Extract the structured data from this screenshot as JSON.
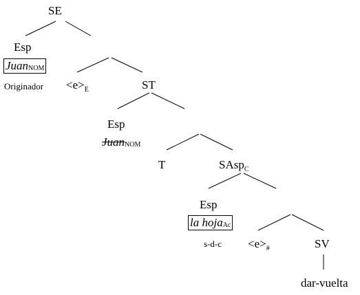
{
  "tree": {
    "se": {
      "label": "SE"
    },
    "esp1": {
      "label": "Esp"
    },
    "juan1": {
      "word": "Juan",
      "case": "NOM"
    },
    "originador": {
      "label": "Originador"
    },
    "e1": {
      "label": "<e>",
      "sub": "E"
    },
    "st": {
      "label": "ST"
    },
    "esp2": {
      "label": "Esp"
    },
    "juan2": {
      "word": "Juan",
      "case": "NOM"
    },
    "t": {
      "label": "T"
    },
    "sasp": {
      "label": "SAsp",
      "sub": "C"
    },
    "esp3": {
      "label": "Esp"
    },
    "lahoja": {
      "word": "la hoja",
      "case": "Ac"
    },
    "sdc": {
      "label": "s-d-c"
    },
    "e2": {
      "label": "<e>",
      "sub": "#"
    },
    "sv": {
      "label": "SV"
    },
    "darvuelta": {
      "label": "dar-vuelta"
    }
  },
  "colors": {
    "ink": "#000000",
    "background": "#ffffff"
  }
}
